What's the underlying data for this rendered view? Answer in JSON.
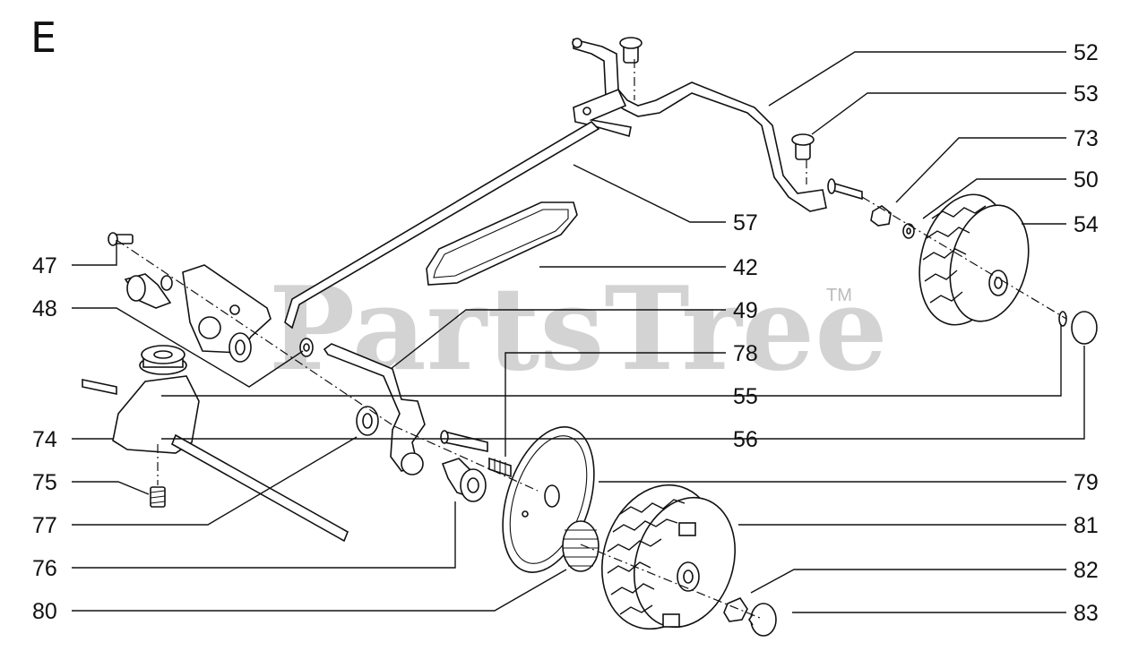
{
  "diagram": {
    "section_letter": "E",
    "watermark": "PartsTree",
    "trademark": "TM",
    "callouts": {
      "c47": "47",
      "c48": "48",
      "c74": "74",
      "c75": "75",
      "c77": "77",
      "c76": "76",
      "c80": "80",
      "c52": "52",
      "c53": "53",
      "c73": "73",
      "c50": "50",
      "c54": "54",
      "c57": "57",
      "c42": "42",
      "c49": "49",
      "c78": "78",
      "c55": "55",
      "c56": "56",
      "c79": "79",
      "c81": "81",
      "c82": "82",
      "c83": "83"
    }
  },
  "colors": {
    "line": "#111111",
    "watermark": "#bcbcbc",
    "background": "#ffffff"
  }
}
